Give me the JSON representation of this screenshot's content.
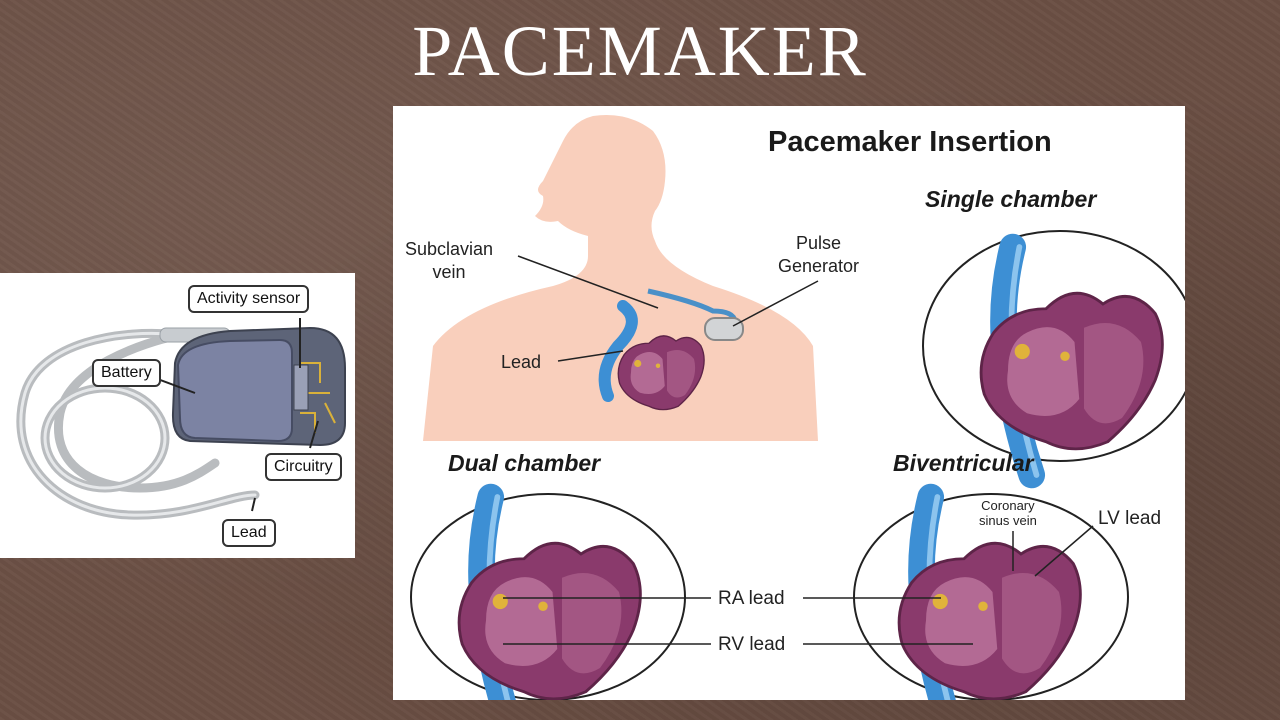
{
  "slide": {
    "title": "PACEMAKER"
  },
  "device": {
    "activity_sensor": "Activity sensor",
    "battery": "Battery",
    "circuitry": "Circuitry",
    "lead": "Lead"
  },
  "insertion": {
    "heading": "Pacemaker Insertion",
    "subclavian_vein": "Subclavian\nvein",
    "pulse_generator": "Pulse\nGenerator",
    "lead": "Lead",
    "single_chamber": "Single chamber",
    "dual_chamber": "Dual chamber",
    "biventricular": "Biventricular",
    "ra_lead": "RA lead",
    "rv_lead": "RV lead",
    "coronary_sinus_vein": "Coronary\nsinus vein",
    "lv_lead": "LV lead"
  },
  "colors": {
    "background": "#6b4f44",
    "skin": "#f9cfbc",
    "heart": "#8a3a6c",
    "vein": "#3d8fd4",
    "device_body": "#5d6478"
  }
}
